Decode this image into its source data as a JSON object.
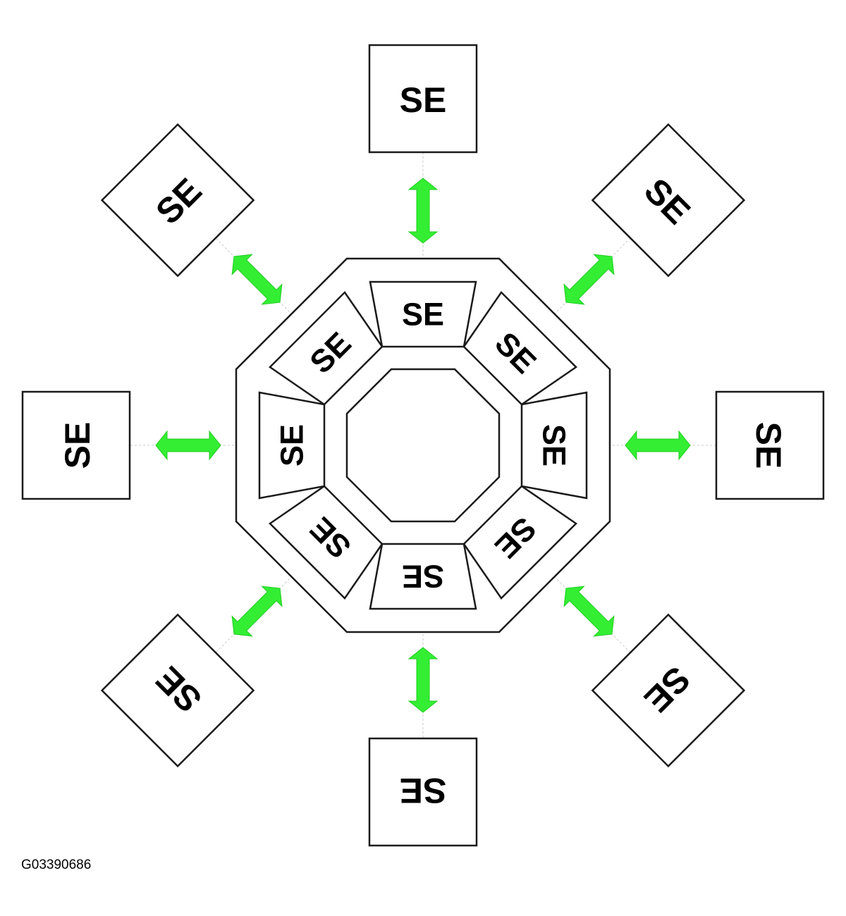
{
  "figure_id": "G03390686",
  "colors": {
    "arrow": "#33ee33",
    "stroke": "#1a1a1a",
    "guide_line": "#c8c8c8",
    "background": "#ffffff"
  },
  "inner_segments": [
    {
      "direction": "N",
      "label": "SE"
    },
    {
      "direction": "NE",
      "label": "SE"
    },
    {
      "direction": "E",
      "label": "SE"
    },
    {
      "direction": "SE",
      "label": "SE"
    },
    {
      "direction": "S",
      "label": "SE"
    },
    {
      "direction": "SW",
      "label": "SE"
    },
    {
      "direction": "W",
      "label": "SE"
    },
    {
      "direction": "NW",
      "label": "SE"
    }
  ],
  "outer_boxes": [
    {
      "direction": "N",
      "label": "SE"
    },
    {
      "direction": "NE",
      "label": "SE"
    },
    {
      "direction": "E",
      "label": "SE"
    },
    {
      "direction": "SE",
      "label": "SE"
    },
    {
      "direction": "S",
      "label": "SE"
    },
    {
      "direction": "SW",
      "label": "SE"
    },
    {
      "direction": "W",
      "label": "SE"
    },
    {
      "direction": "NW",
      "label": "SE"
    }
  ],
  "arrows": [
    {
      "direction": "N",
      "icon": "double-arrow-icon"
    },
    {
      "direction": "NE",
      "icon": "double-arrow-icon"
    },
    {
      "direction": "E",
      "icon": "double-arrow-icon"
    },
    {
      "direction": "SE",
      "icon": "double-arrow-icon"
    },
    {
      "direction": "S",
      "icon": "double-arrow-icon"
    },
    {
      "direction": "SW",
      "icon": "double-arrow-icon"
    },
    {
      "direction": "W",
      "icon": "double-arrow-icon"
    },
    {
      "direction": "NW",
      "icon": "double-arrow-icon"
    }
  ]
}
